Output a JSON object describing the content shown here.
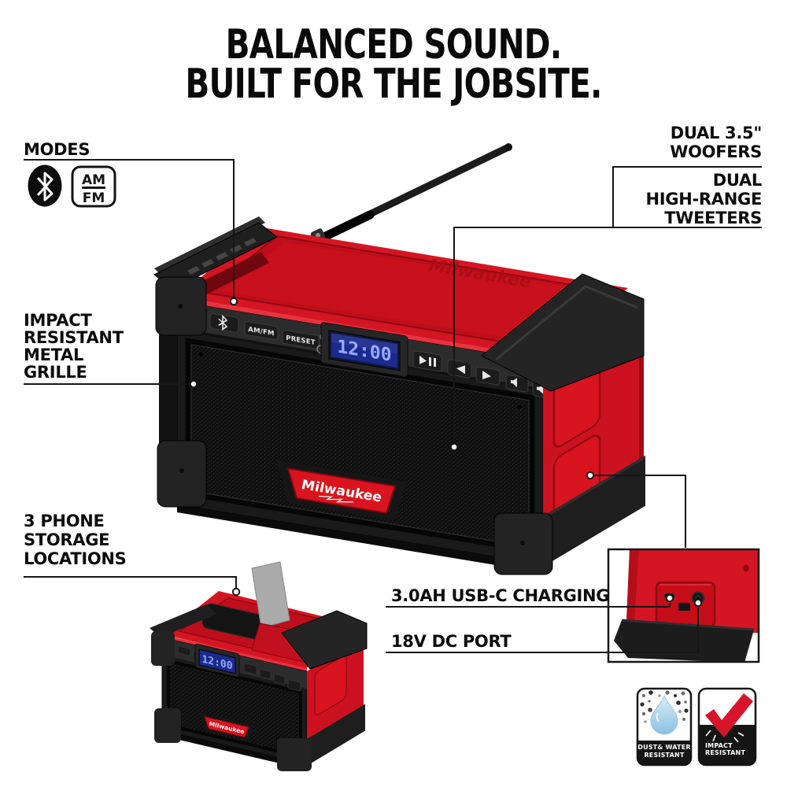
{
  "title": {
    "line1": "BALANCED SOUND.",
    "line2": "BUILT FOR THE JOBSITE."
  },
  "callouts": {
    "modes": {
      "label": "MODES"
    },
    "woofers": {
      "line1": "DUAL 3.5\"",
      "line2": "WOOFERS"
    },
    "tweeters": {
      "line1": "DUAL",
      "line2": "HIGH-RANGE",
      "line3": "TWEETERS"
    },
    "grille": {
      "line1": "IMPACT",
      "line2": "RESISTANT",
      "line3": "METAL",
      "line4": "GRILLE"
    },
    "phone_storage": {
      "line1": "3 PHONE",
      "line2": "STORAGE",
      "line3": "LOCATIONS"
    },
    "usb_charging": {
      "label": "3.0AH USB-C CHARGING"
    },
    "dc_port": {
      "label": "18V DC PORT"
    }
  },
  "mode_icons": {
    "bluetooth": "bluetooth-icon",
    "am": "AM",
    "fm": "FM"
  },
  "radio": {
    "clock": "12:00",
    "brand": "Milwaukee",
    "amfm_button": "AM/FM",
    "preset_button": "PRESET"
  },
  "small_radio": {
    "clock": "12:00"
  },
  "badges": {
    "dust_water": {
      "line1": "DUST& WATER",
      "line2": "RESISTANT"
    },
    "impact": {
      "line1": "IMPACT",
      "line2": "RESISTANT"
    }
  },
  "colors": {
    "brand_red": "#d41523",
    "lcd_blue": "#1b2a8c",
    "lcd_digits": "#97a9ff",
    "check_red": "#d6152b",
    "droplet_blue": "#a9cfe8",
    "line_black": "#161616"
  }
}
